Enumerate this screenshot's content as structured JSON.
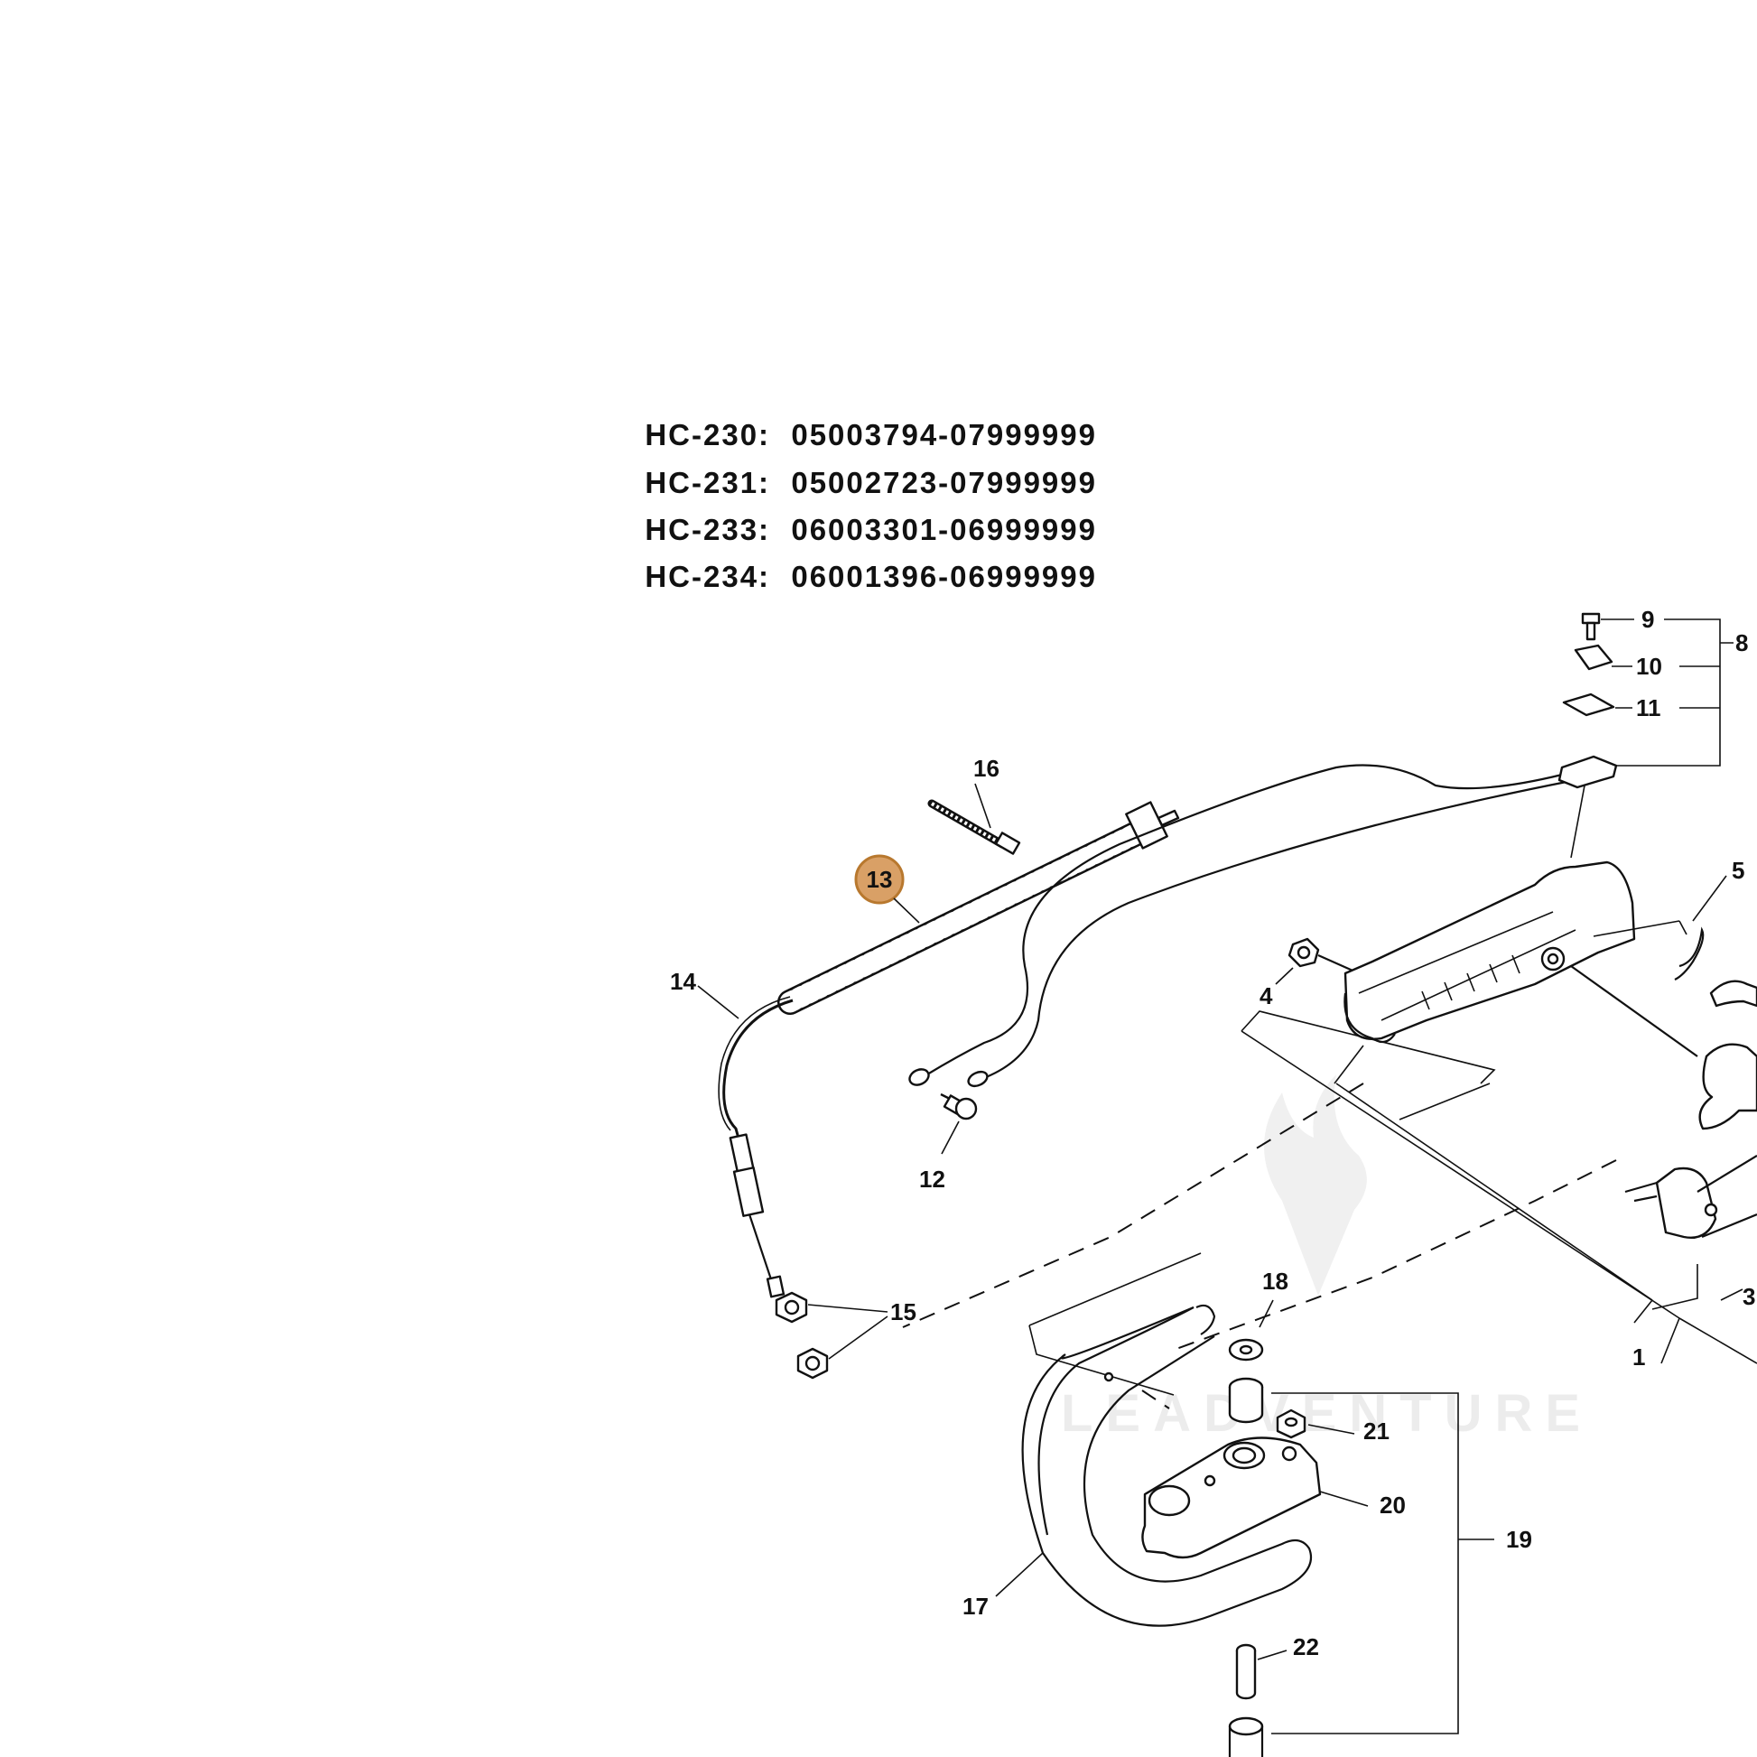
{
  "serials": [
    {
      "model": "HC-230:",
      "range": "05003794-07999999"
    },
    {
      "model": "HC-231:",
      "range": "05002723-07999999"
    },
    {
      "model": "HC-233:",
      "range": "06003301-06999999"
    },
    {
      "model": "HC-234:",
      "range": "06001396-06999999"
    }
  ],
  "callouts": {
    "c1": "1",
    "c3": "3",
    "c4": "4",
    "c5": "5",
    "c8": "8",
    "c9": "9",
    "c10": "10",
    "c11": "11",
    "c12": "12",
    "c13": "13",
    "c14": "14",
    "c15": "15",
    "c16": "16",
    "c17": "17",
    "c18": "18",
    "c19": "19",
    "c20": "20",
    "c21": "21",
    "c22": "22"
  },
  "highlight": {
    "part": "13",
    "color": "#d9a066",
    "ring": "#b8782e"
  },
  "watermark": "LEADVENTURE"
}
